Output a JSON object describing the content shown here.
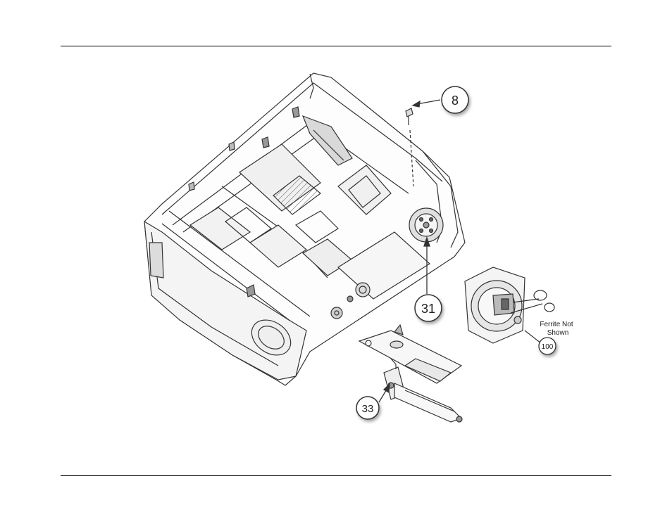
{
  "callouts": {
    "c8": "8",
    "c31": "31",
    "c33": "33",
    "c100": "100"
  },
  "note": {
    "line1": "Ferrite Not",
    "line2": "Shown"
  },
  "colors": {
    "line": "#333333",
    "shade": "#bfbfbf",
    "light": "#e6e6e6"
  }
}
